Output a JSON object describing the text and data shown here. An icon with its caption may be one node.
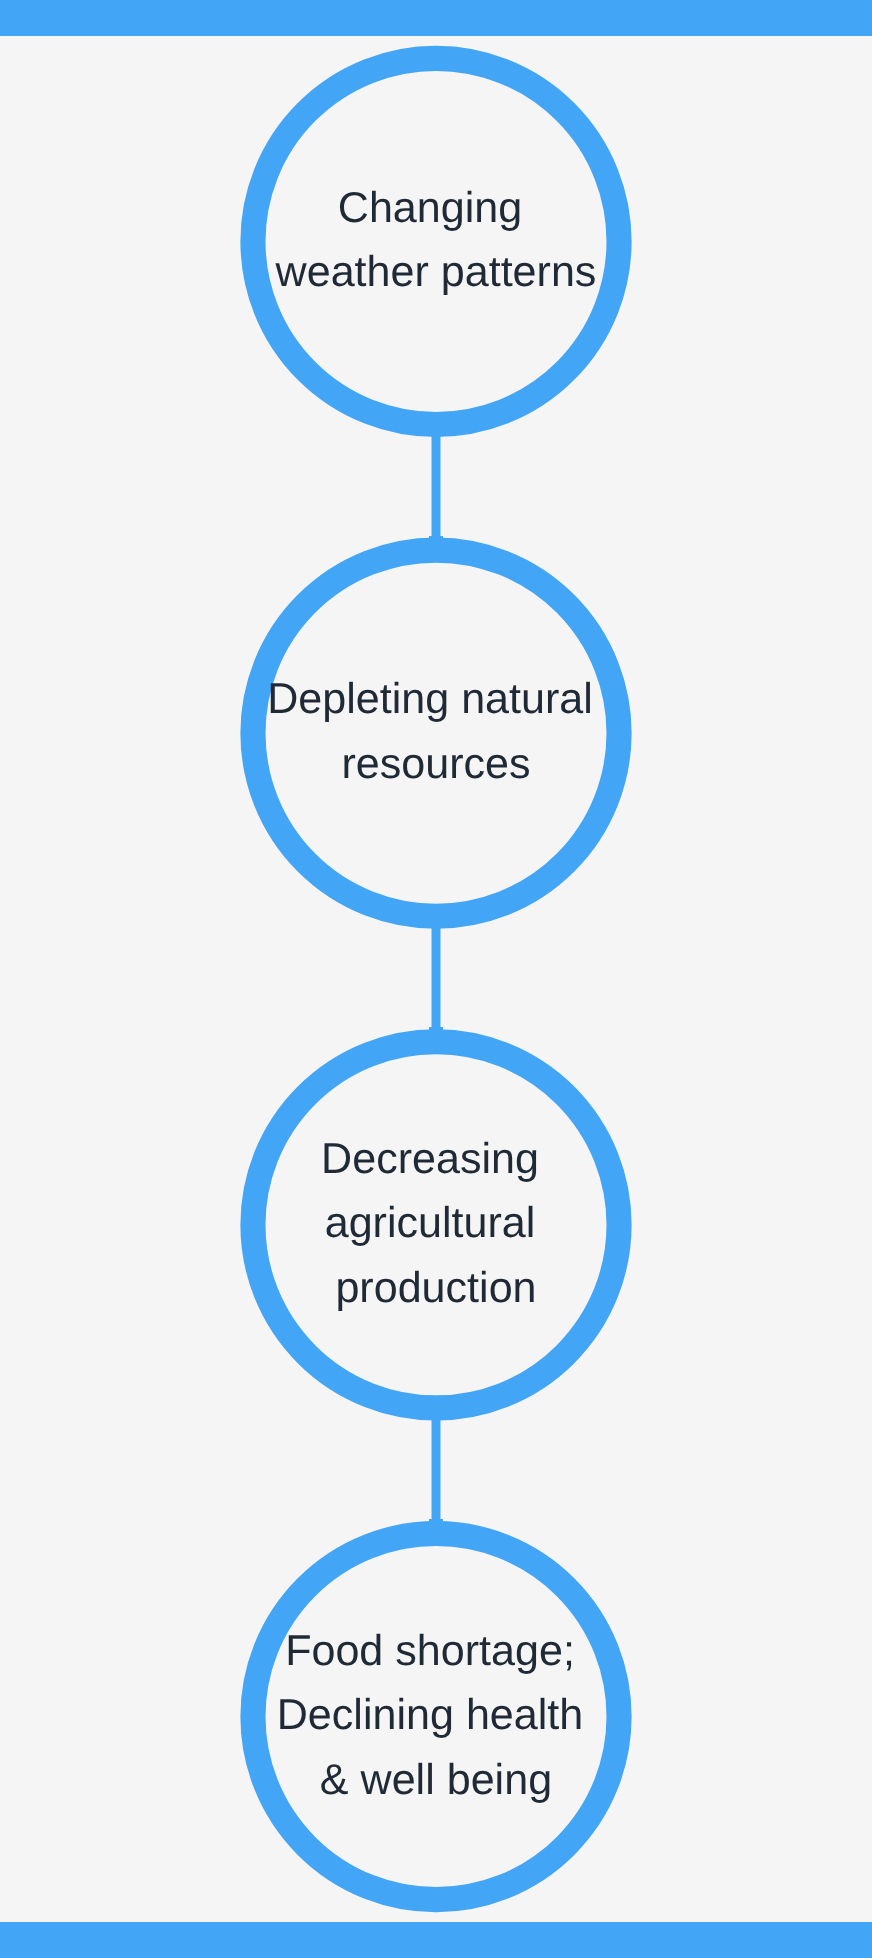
{
  "diagram": {
    "nodes": [
      {
        "text": [
          "Changing weather patterns"
        ]
      },
      {
        "text": [
          "Depleting natural resources"
        ]
      },
      {
        "text": [
          "Decreasing agricultural production"
        ]
      },
      {
        "text": [
          "Food shortage; Declining health & well being"
        ]
      }
    ],
    "edges": [
      {
        "from": 0,
        "to": 1,
        "arrow": "to"
      },
      {
        "from": 1,
        "to": 2,
        "arrow": "to"
      },
      {
        "from": 2,
        "to": 3,
        "arrow": "to"
      }
    ]
  }
}
